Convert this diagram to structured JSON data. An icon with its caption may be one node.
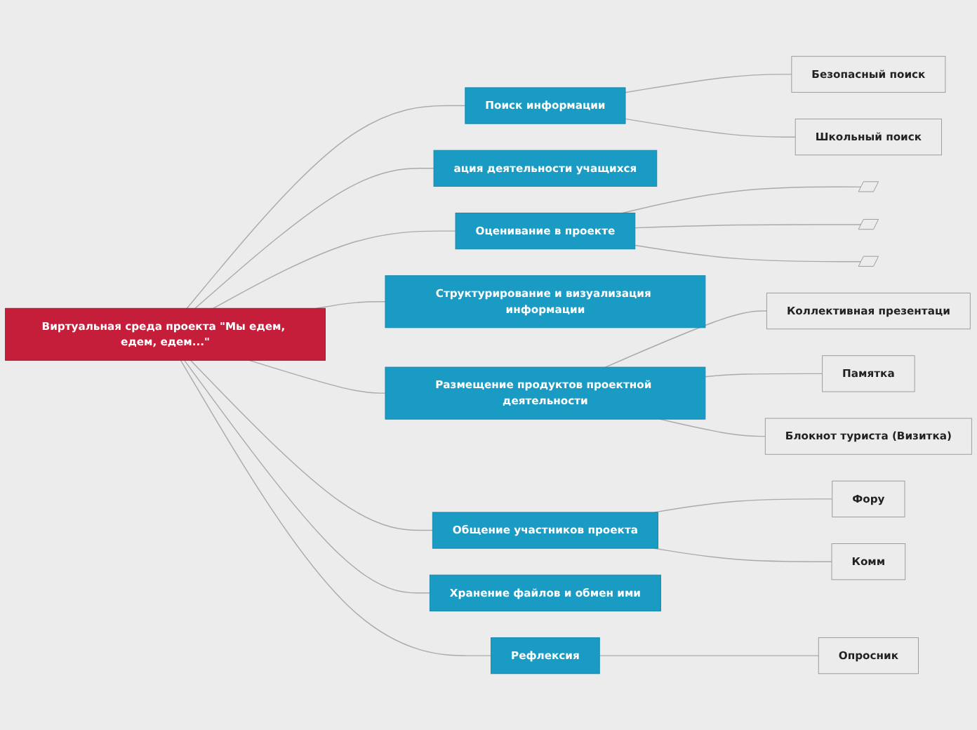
{
  "diagram": {
    "nodes": [
      {
        "text": [
          "Виртуальная среда проекта \"Мы едем, едем, едем...\""
        ]
      },
      {
        "text": [
          "Поиск информации"
        ]
      },
      {
        "text": [
          "Безопасный поиск"
        ]
      },
      {
        "text": [
          "Школьный поиск"
        ]
      },
      {
        "text": [
          "ация деятельности учащихся"
        ]
      },
      {
        "text": [
          "Оценивание в проекте"
        ]
      },
      {
        "text": [],
        "shape": "bar"
      },
      {
        "text": [],
        "shape": "bar"
      },
      {
        "text": [],
        "shape": "bar"
      },
      {
        "text": [
          "Структурирование и визуализация информации"
        ]
      },
      {
        "text": [
          "Размещение продуктов проектной деятельности"
        ]
      },
      {
        "text": [
          "Коллективная презентаци"
        ]
      },
      {
        "text": [
          "Памятка"
        ]
      },
      {
        "text": [
          "Блокнот туриста (Визитка)"
        ]
      },
      {
        "text": [
          "Общение участников проекта"
        ]
      },
      {
        "text": [
          "Фору"
        ]
      },
      {
        "text": [
          "Комм"
        ]
      },
      {
        "text": [
          "Хранение файлов и обмен ими"
        ]
      },
      {
        "text": [
          "Рефлексия"
        ]
      },
      {
        "text": [
          "Опросник"
        ]
      }
    ],
    "edges": [
      {
        "from": 0,
        "to": 1,
        "arrow": "none"
      },
      {
        "from": 1,
        "to": 2,
        "arrow": "none"
      },
      {
        "from": 1,
        "to": 3,
        "arrow": "none"
      },
      {
        "from": 0,
        "to": 4,
        "arrow": "none"
      },
      {
        "from": 0,
        "to": 5,
        "arrow": "none"
      },
      {
        "from": 5,
        "to": 6,
        "arrow": "none"
      },
      {
        "from": 5,
        "to": 7,
        "arrow": "none"
      },
      {
        "from": 5,
        "to": 8,
        "arrow": "none"
      },
      {
        "from": 0,
        "to": 9,
        "arrow": "none"
      },
      {
        "from": 0,
        "to": 10,
        "arrow": "none"
      },
      {
        "from": 10,
        "to": 11,
        "arrow": "none"
      },
      {
        "from": 10,
        "to": 12,
        "arrow": "none"
      },
      {
        "from": 10,
        "to": 13,
        "arrow": "none"
      },
      {
        "from": 0,
        "to": 14,
        "arrow": "none"
      },
      {
        "from": 14,
        "to": 15,
        "arrow": "none"
      },
      {
        "from": 14,
        "to": 16,
        "arrow": "none"
      },
      {
        "from": 0,
        "to": 17,
        "arrow": "none"
      },
      {
        "from": 0,
        "to": 18,
        "arrow": "none"
      },
      {
        "from": 18,
        "to": 19,
        "arrow": "none"
      }
    ]
  }
}
